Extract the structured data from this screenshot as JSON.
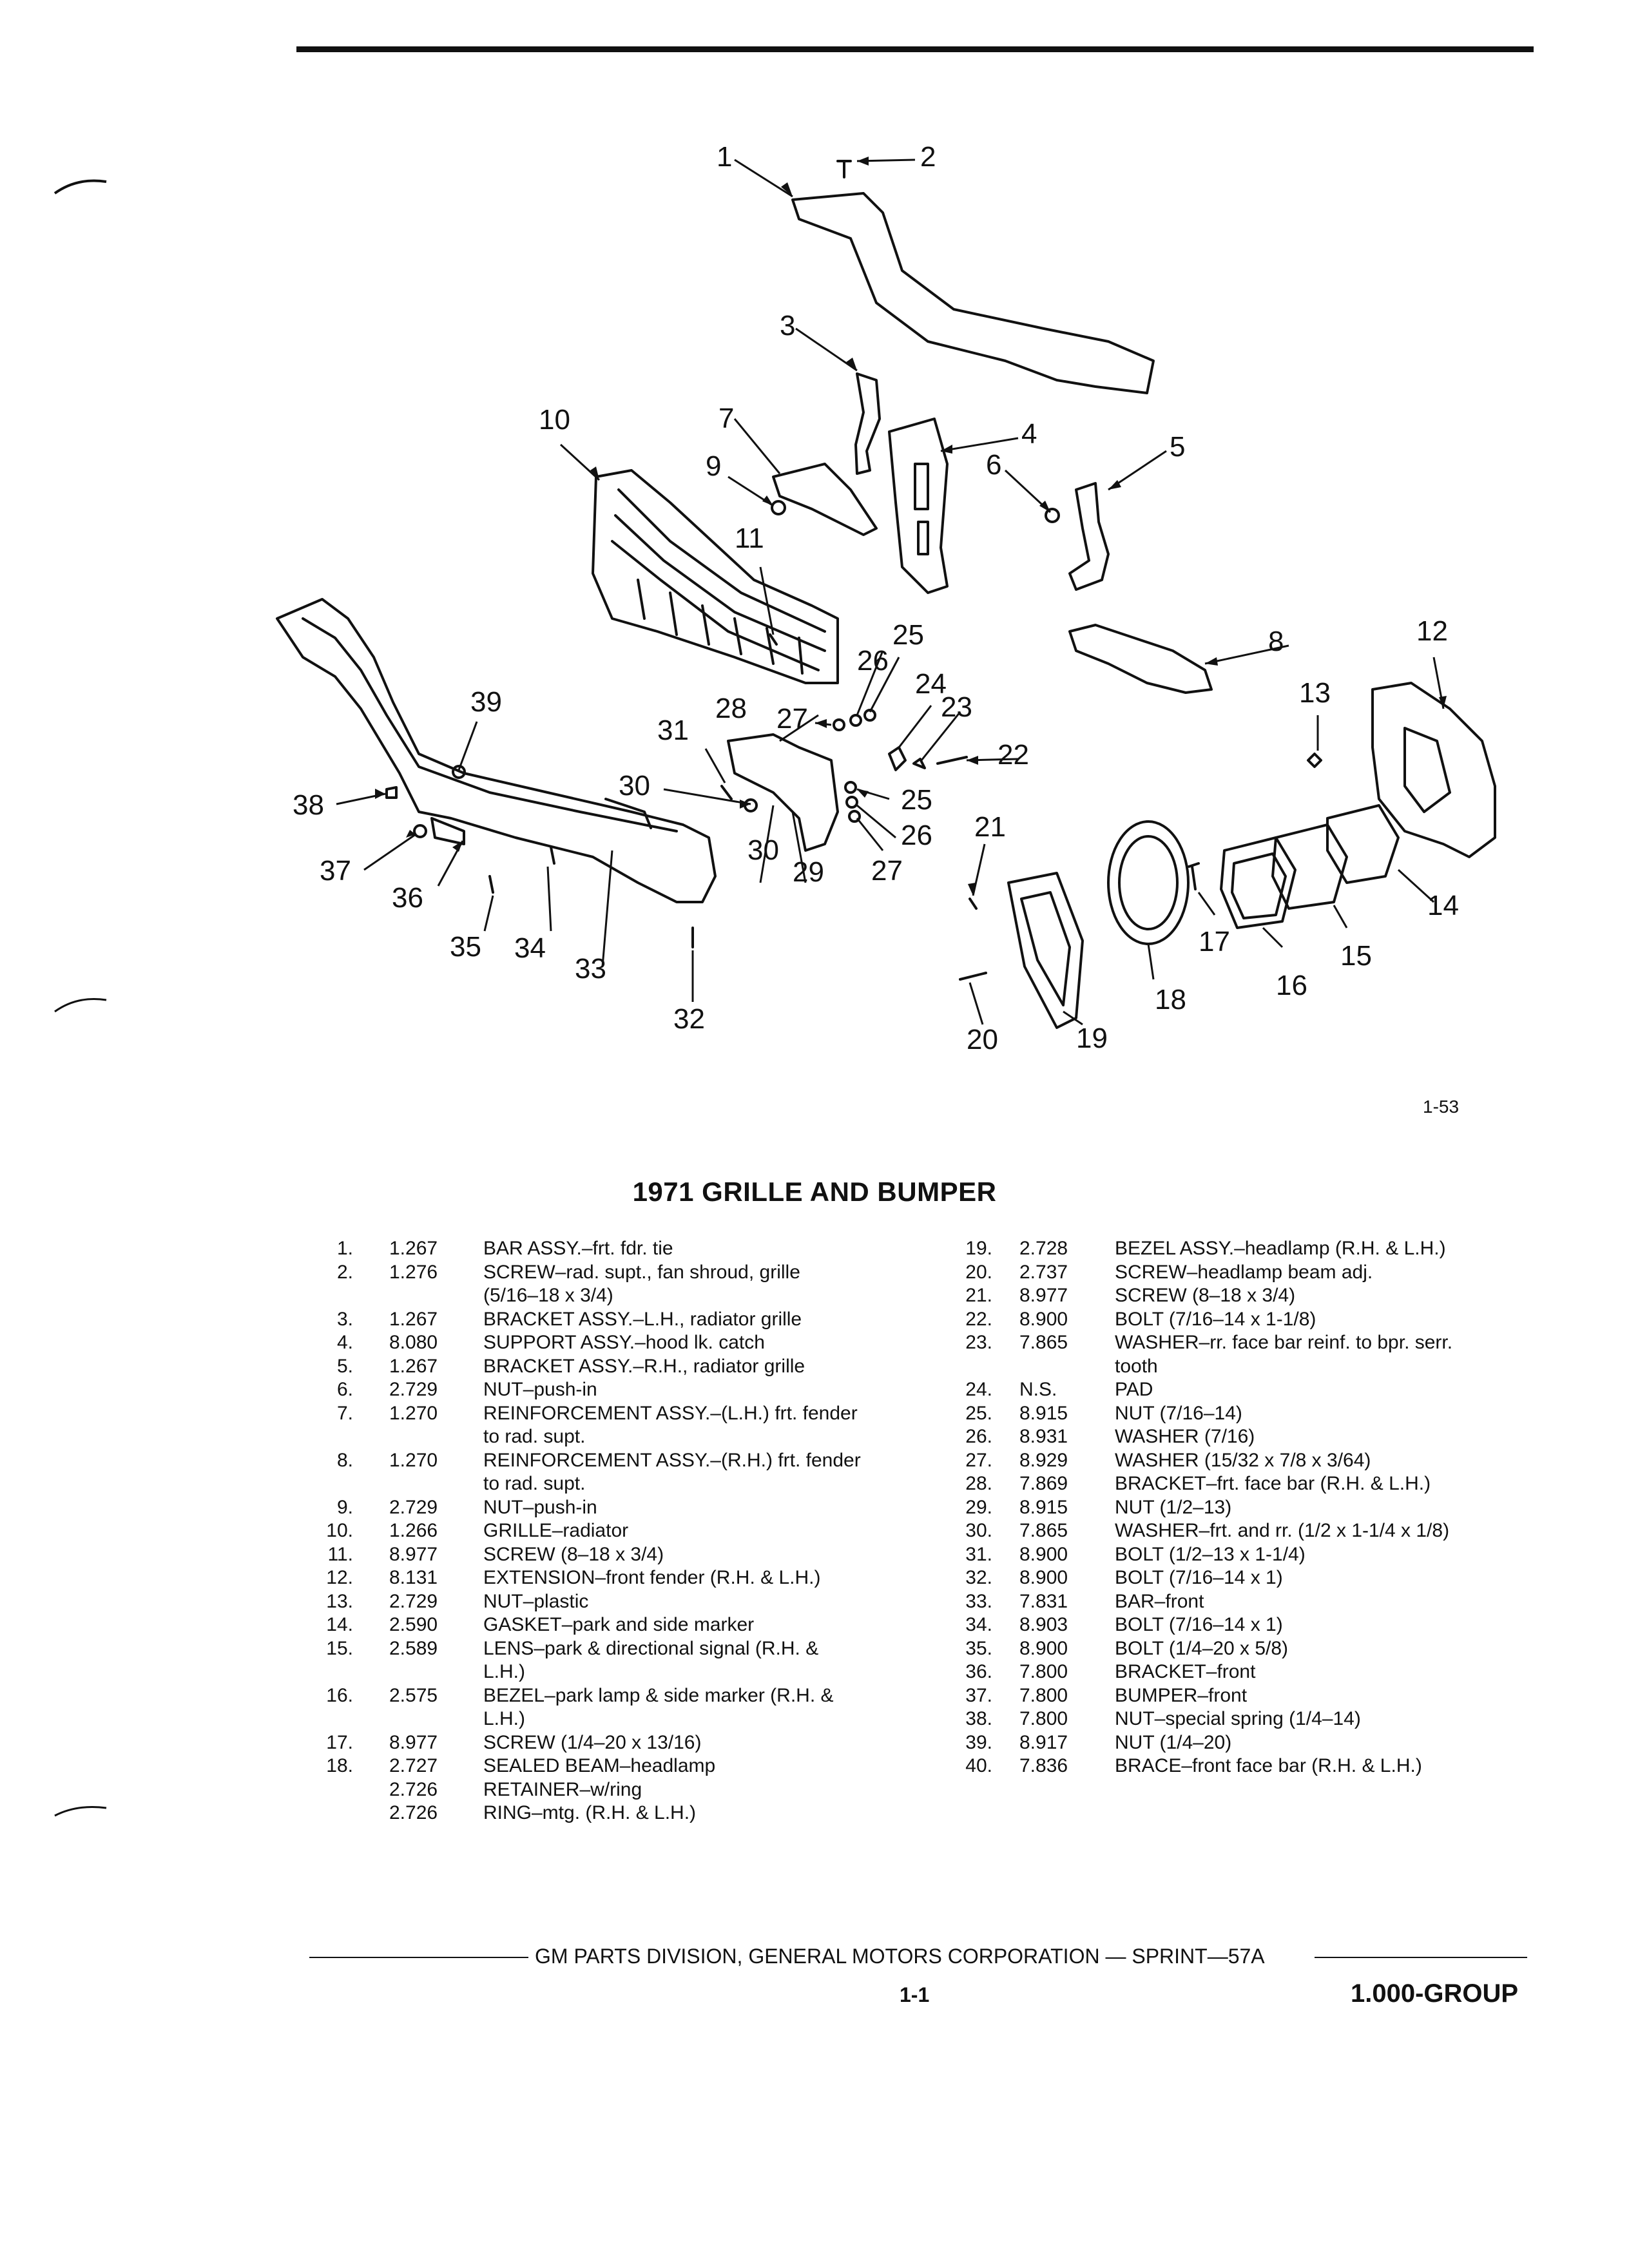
{
  "figure": {
    "callouts": [
      "1",
      "2",
      "3",
      "4",
      "5",
      "6",
      "7",
      "8",
      "9",
      "10",
      "11",
      "12",
      "13",
      "14",
      "15",
      "16",
      "17",
      "18",
      "19",
      "20",
      "21",
      "22",
      "23",
      "24",
      "25",
      "26",
      "27",
      "28",
      "29",
      "30",
      "31",
      "32",
      "33",
      "34",
      "35",
      "36",
      "37",
      "38",
      "39",
      "25",
      "26",
      "27",
      "30"
    ],
    "figure_number": "1-53"
  },
  "title": "1971 GRILLE AND BUMPER",
  "parts_left": [
    {
      "num": "1.",
      "code": "1.267",
      "desc": "BAR ASSY.–frt. fdr. tie"
    },
    {
      "num": "2.",
      "code": "1.276",
      "desc": "SCREW–rad. supt., fan shroud, grille"
    },
    {
      "num": "",
      "code": "",
      "desc": "(5/16–18 x 3/4)"
    },
    {
      "num": "3.",
      "code": "1.267",
      "desc": "BRACKET ASSY.–L.H., radiator grille"
    },
    {
      "num": "4.",
      "code": "8.080",
      "desc": "SUPPORT ASSY.–hood lk. catch"
    },
    {
      "num": "5.",
      "code": "1.267",
      "desc": "BRACKET ASSY.–R.H., radiator grille"
    },
    {
      "num": "6.",
      "code": "2.729",
      "desc": "NUT–push-in"
    },
    {
      "num": "7.",
      "code": "1.270",
      "desc": "REINFORCEMENT ASSY.–(L.H.) frt. fender"
    },
    {
      "num": "",
      "code": "",
      "desc": "to rad. supt."
    },
    {
      "num": "8.",
      "code": "1.270",
      "desc": "REINFORCEMENT ASSY.–(R.H.) frt. fender"
    },
    {
      "num": "",
      "code": "",
      "desc": "to rad. supt."
    },
    {
      "num": "9.",
      "code": "2.729",
      "desc": "NUT–push-in"
    },
    {
      "num": "10.",
      "code": "1.266",
      "desc": "GRILLE–radiator"
    },
    {
      "num": "11.",
      "code": "8.977",
      "desc": "SCREW (8–18 x 3/4)"
    },
    {
      "num": "12.",
      "code": "8.131",
      "desc": "EXTENSION–front fender (R.H. & L.H.)"
    },
    {
      "num": "13.",
      "code": "2.729",
      "desc": "NUT–plastic"
    },
    {
      "num": "14.",
      "code": "2.590",
      "desc": "GASKET–park and side marker"
    },
    {
      "num": "15.",
      "code": "2.589",
      "desc": "LENS–park & directional signal (R.H. &"
    },
    {
      "num": "",
      "code": "",
      "desc": "L.H.)"
    },
    {
      "num": "16.",
      "code": "2.575",
      "desc": "BEZEL–park lamp & side marker (R.H. &"
    },
    {
      "num": "",
      "code": "",
      "desc": "L.H.)"
    },
    {
      "num": "17.",
      "code": "8.977",
      "desc": "SCREW (1/4–20 x 13/16)"
    },
    {
      "num": "18.",
      "code": "2.727",
      "desc": "SEALED BEAM–headlamp"
    },
    {
      "num": "",
      "code": "2.726",
      "desc": "RETAINER–w/ring"
    },
    {
      "num": "",
      "code": "2.726",
      "desc": "RING–mtg. (R.H. & L.H.)"
    }
  ],
  "parts_right": [
    {
      "num": "19.",
      "code": "2.728",
      "desc": "BEZEL ASSY.–headlamp (R.H. & L.H.)"
    },
    {
      "num": "20.",
      "code": "2.737",
      "desc": "SCREW–headlamp beam adj."
    },
    {
      "num": "21.",
      "code": "8.977",
      "desc": "SCREW (8–18 x 3/4)"
    },
    {
      "num": "22.",
      "code": "8.900",
      "desc": "BOLT (7/16–14 x 1-1/8)"
    },
    {
      "num": "23.",
      "code": "7.865",
      "desc": "WASHER–rr. face bar reinf. to bpr. serr."
    },
    {
      "num": "",
      "code": "",
      "desc": "tooth"
    },
    {
      "num": "24.",
      "code": "N.S.",
      "desc": "PAD"
    },
    {
      "num": "25.",
      "code": "8.915",
      "desc": "NUT (7/16–14)"
    },
    {
      "num": "26.",
      "code": "8.931",
      "desc": "WASHER (7/16)"
    },
    {
      "num": "27.",
      "code": "8.929",
      "desc": "WASHER (15/32 x 7/8 x 3/64)"
    },
    {
      "num": "28.",
      "code": "7.869",
      "desc": "BRACKET–frt. face bar (R.H. & L.H.)"
    },
    {
      "num": "29.",
      "code": "8.915",
      "desc": "NUT (1/2–13)"
    },
    {
      "num": "30.",
      "code": "7.865",
      "desc": "WASHER–frt. and rr. (1/2 x 1-1/4 x 1/8)"
    },
    {
      "num": "31.",
      "code": "8.900",
      "desc": "BOLT (1/2–13 x 1-1/4)"
    },
    {
      "num": "32.",
      "code": "8.900",
      "desc": "BOLT (7/16–14 x 1)"
    },
    {
      "num": "33.",
      "code": "7.831",
      "desc": "BAR–front"
    },
    {
      "num": "34.",
      "code": "8.903",
      "desc": "BOLT (7/16–14 x 1)"
    },
    {
      "num": "35.",
      "code": "8.900",
      "desc": "BOLT (1/4–20 x 5/8)"
    },
    {
      "num": "36.",
      "code": "7.800",
      "desc": "BRACKET–front"
    },
    {
      "num": "37.",
      "code": "7.800",
      "desc": "BUMPER–front"
    },
    {
      "num": "38.",
      "code": "7.800",
      "desc": "NUT–special spring (1/4–14)"
    },
    {
      "num": "39.",
      "code": "8.917",
      "desc": "NUT (1/4–20)"
    },
    {
      "num": "40.",
      "code": "7.836",
      "desc": "BRACE–front face bar (R.H. & L.H.)"
    }
  ],
  "footer": {
    "text": "GM PARTS DIVISION, GENERAL MOTORS CORPORATION — SPRINT—57A",
    "page": "1-1",
    "group": "1.000-GROUP"
  }
}
